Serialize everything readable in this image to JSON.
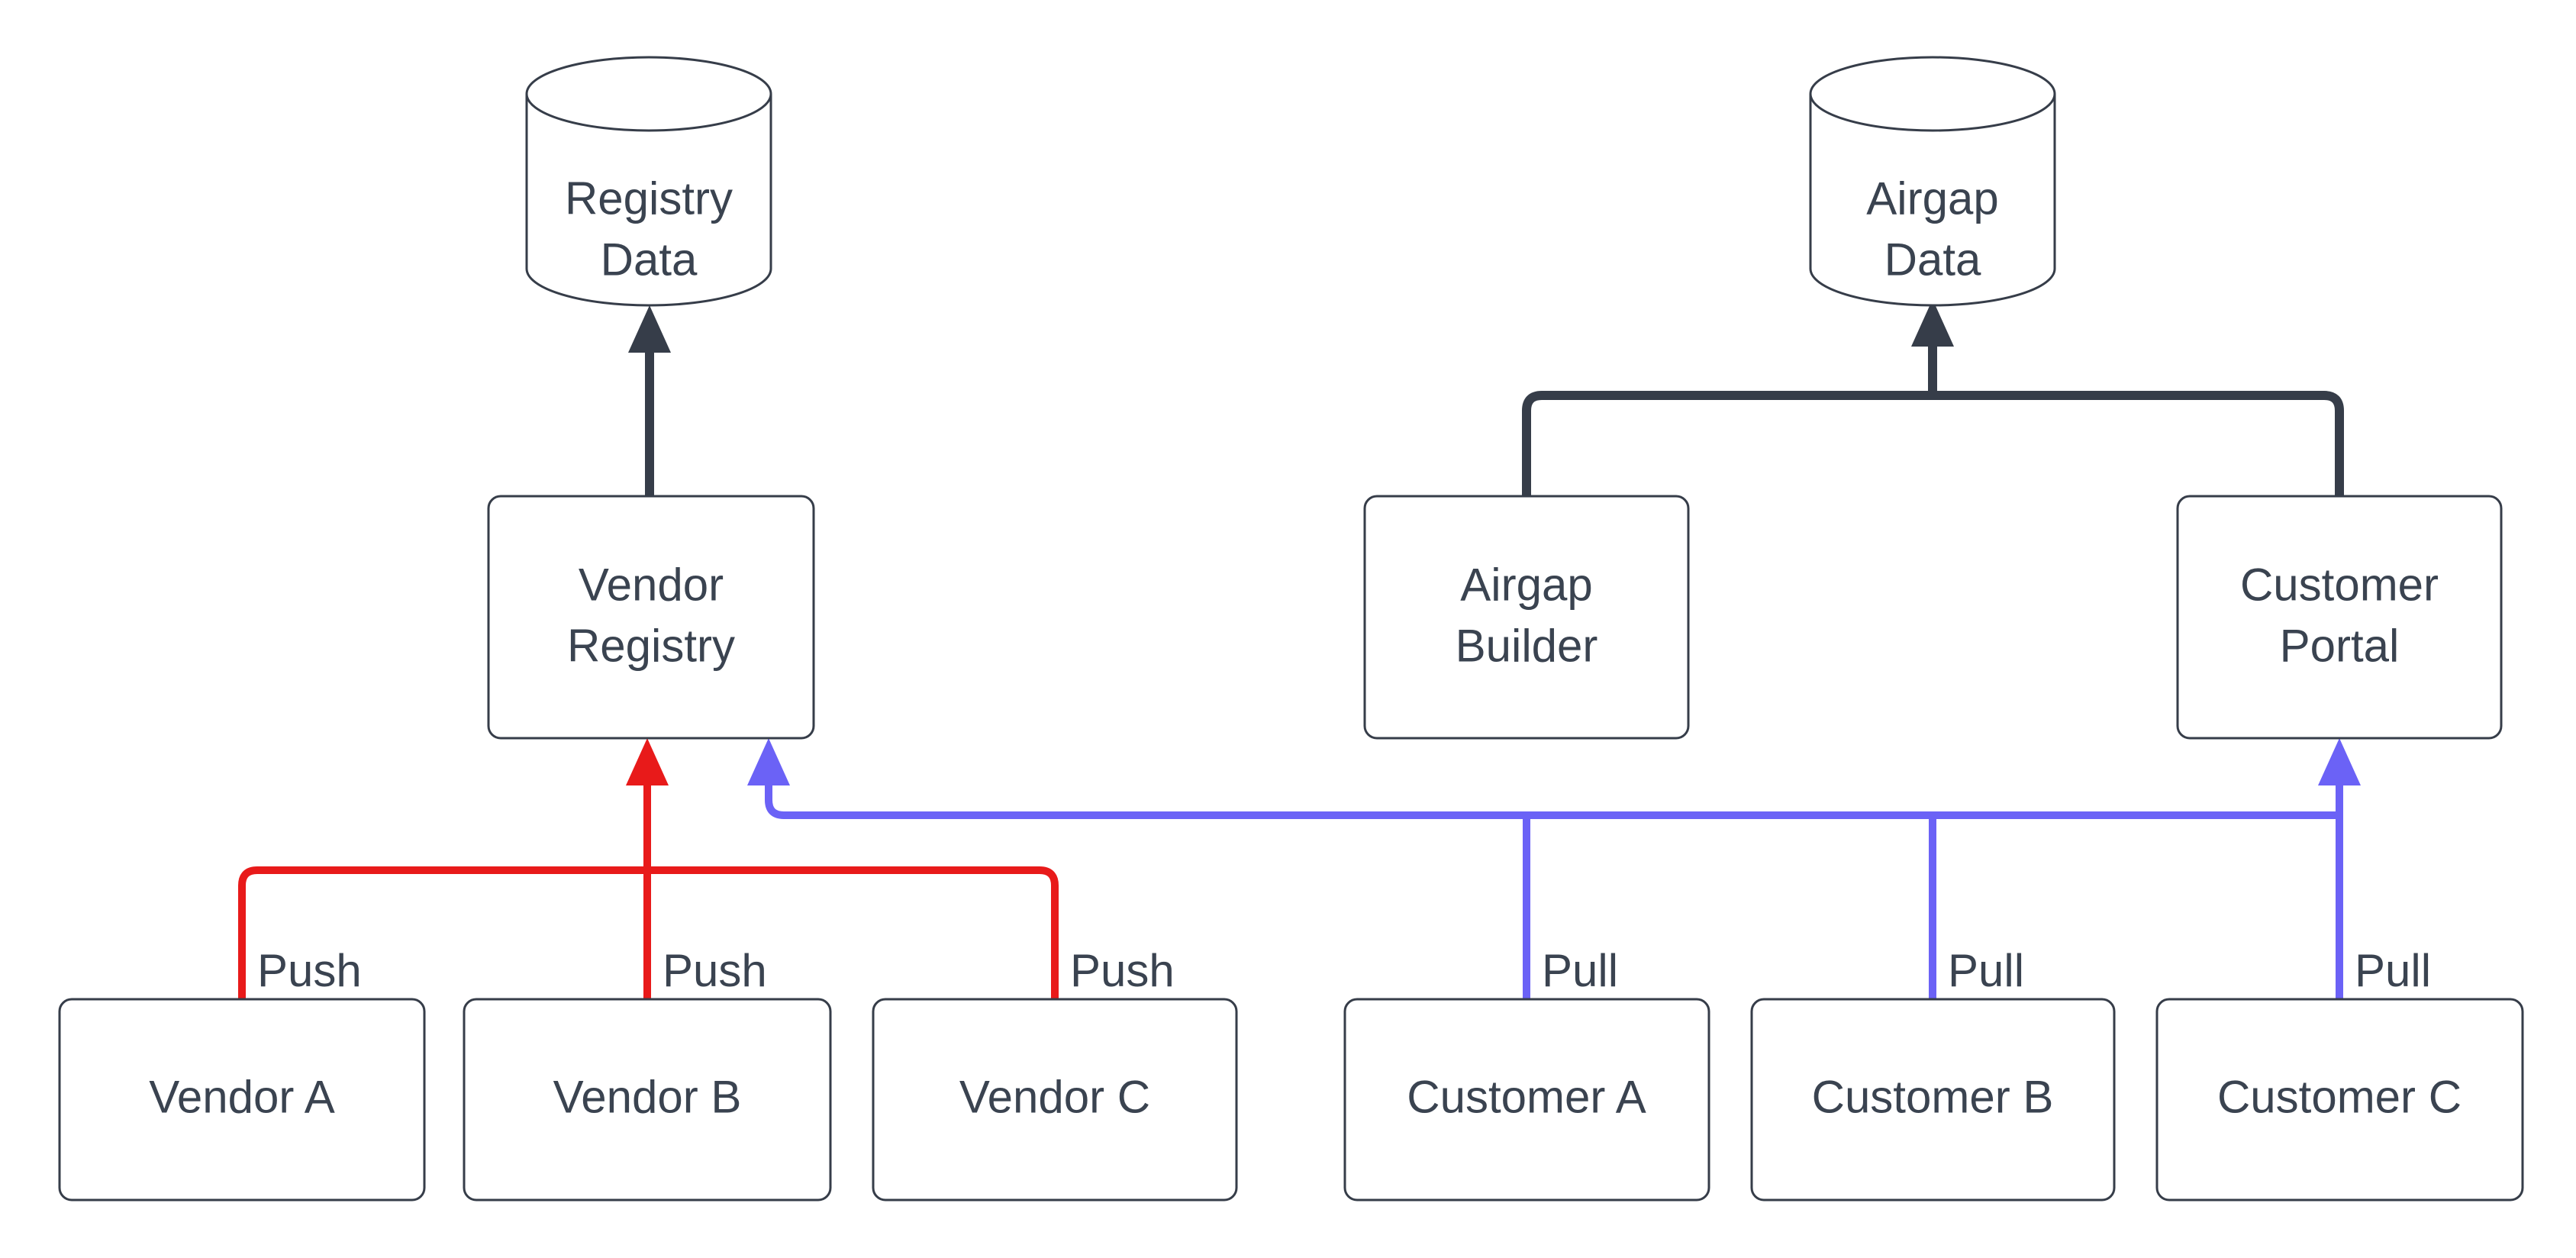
{
  "colors": {
    "background": "#ffffff",
    "stroke": "#363d49",
    "text": "#3a4350",
    "push": "#e81a1a",
    "pull": "#6b62f6"
  },
  "nodes": {
    "registry_data": {
      "shape": "cylinder",
      "lines": [
        "Registry",
        "Data"
      ]
    },
    "airgap_data": {
      "shape": "cylinder",
      "lines": [
        "Airgap",
        "Data"
      ]
    },
    "vendor_registry": {
      "shape": "rect",
      "lines": [
        "Vendor",
        "Registry"
      ]
    },
    "airgap_builder": {
      "shape": "rect",
      "lines": [
        "Airgap",
        "Builder"
      ]
    },
    "customer_portal": {
      "shape": "rect",
      "lines": [
        "Customer",
        "Portal"
      ]
    },
    "vendor_a": {
      "shape": "rect",
      "label": "Vendor A"
    },
    "vendor_b": {
      "shape": "rect",
      "label": "Vendor B"
    },
    "vendor_c": {
      "shape": "rect",
      "label": "Vendor C"
    },
    "customer_a": {
      "shape": "rect",
      "label": "Customer A"
    },
    "customer_b": {
      "shape": "rect",
      "label": "Customer B"
    },
    "customer_c": {
      "shape": "rect",
      "label": "Customer C"
    }
  },
  "edges": {
    "push_labels": [
      "Push",
      "Push",
      "Push"
    ],
    "pull_labels": [
      "Pull",
      "Pull",
      "Pull"
    ]
  }
}
